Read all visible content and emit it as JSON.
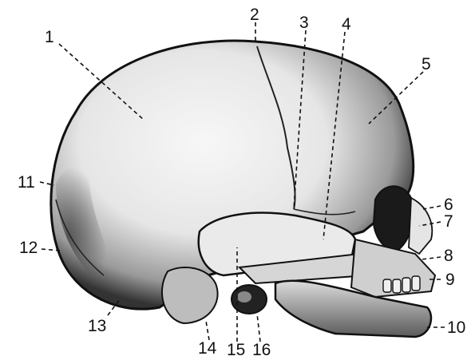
{
  "figure": {
    "labels": [
      "1",
      "2",
      "3",
      "4",
      "5",
      "6",
      "7",
      "8",
      "9",
      "10",
      "11",
      "12",
      "13",
      "14",
      "15",
      "16"
    ]
  }
}
